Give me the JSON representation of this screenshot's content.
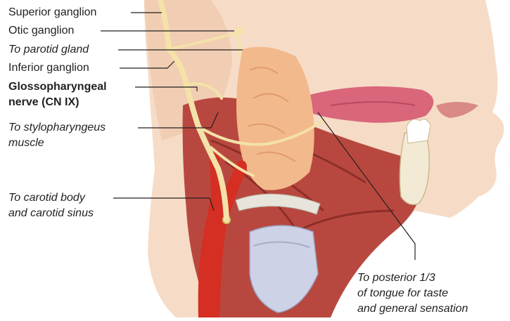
{
  "labels": {
    "superior_ganglion": "Superior ganglion",
    "otic_ganglion": "Otic ganglion",
    "to_parotid": "To parotid gland",
    "inferior_ganglion": "Inferior ganglion",
    "glosso_line1": "Glossopharyngeal",
    "glosso_line2": "nerve (CN IX)",
    "stylo_line1": "To stylopharyngeus",
    "stylo_line2": "muscle",
    "carotid_line1": "To carotid body",
    "carotid_line2": "and carotid sinus",
    "tongue_line1": "To posterior 1/3",
    "tongue_line2": "of tongue for taste",
    "tongue_line3": "and general sensation"
  },
  "colors": {
    "skin": "#f6dcc7",
    "nerve": "#f4e2a8",
    "muscle": "#b8483f",
    "tongue": "#d9667a",
    "artery": "#d42f22",
    "gland": "#f2b98c",
    "cartilage": "#cdd2e6",
    "leader": "#231f20"
  }
}
